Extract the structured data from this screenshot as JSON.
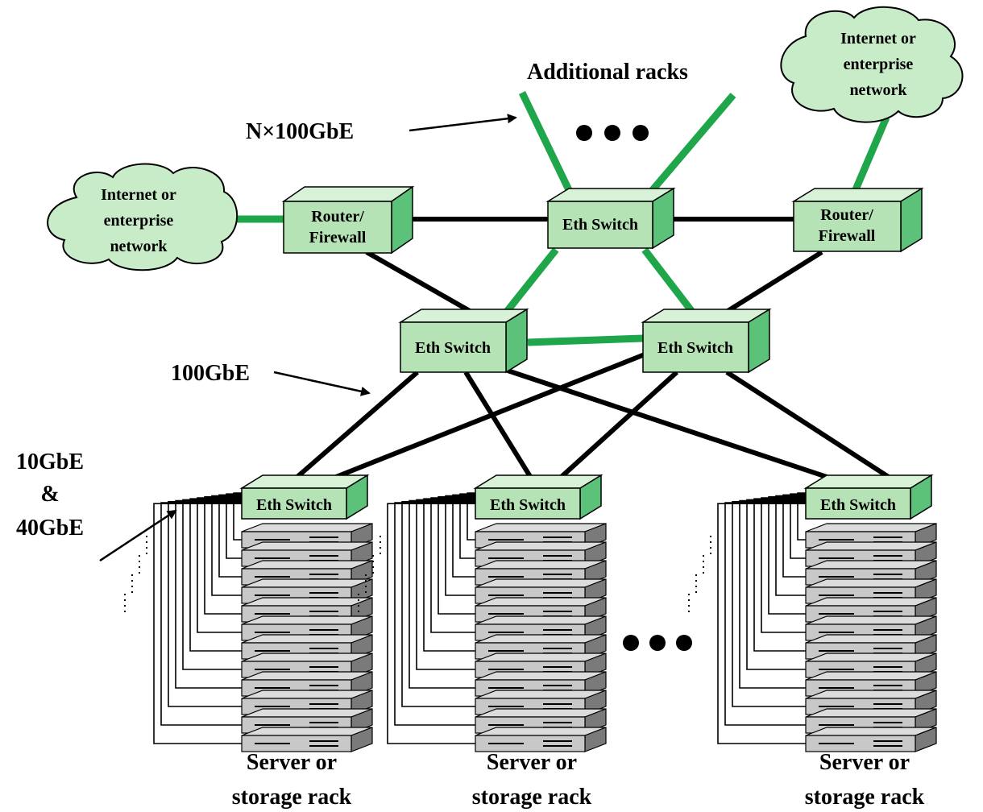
{
  "labels": {
    "additional_racks": "Additional racks",
    "nx100gbe": "N×100GbE",
    "gbe100": "100GbE",
    "gbe10": "10GbE",
    "amp": "&",
    "gbe40": "40GbE"
  },
  "clouds": {
    "left": [
      "Internet or",
      "enterprise",
      "network"
    ],
    "right": [
      "Internet or",
      "enterprise",
      "network"
    ]
  },
  "devices": {
    "router_left": [
      "Router/",
      "Firewall"
    ],
    "router_right": [
      "Router/",
      "Firewall"
    ],
    "core_switch": "Eth Switch",
    "agg_left": "Eth Switch",
    "agg_right": "Eth Switch",
    "tor_1": "Eth Switch",
    "tor_2": "Eth Switch",
    "tor_3": "Eth Switch"
  },
  "racks": {
    "rack_1": [
      "Server or",
      "storage rack"
    ],
    "rack_2": [
      "Server or",
      "storage rack"
    ],
    "rack_3": [
      "Server or",
      "storage rack"
    ]
  },
  "colors": {
    "green_link": "#1fa64a",
    "box_front": "#b5e3b5",
    "box_top": "#d8f2d8",
    "box_side": "#5cc27a",
    "cloud_fill": "#c8ecc8",
    "server_front": "#c8c8c8",
    "server_side": "#7a7a7a",
    "server_top": "#dcdcdc"
  }
}
